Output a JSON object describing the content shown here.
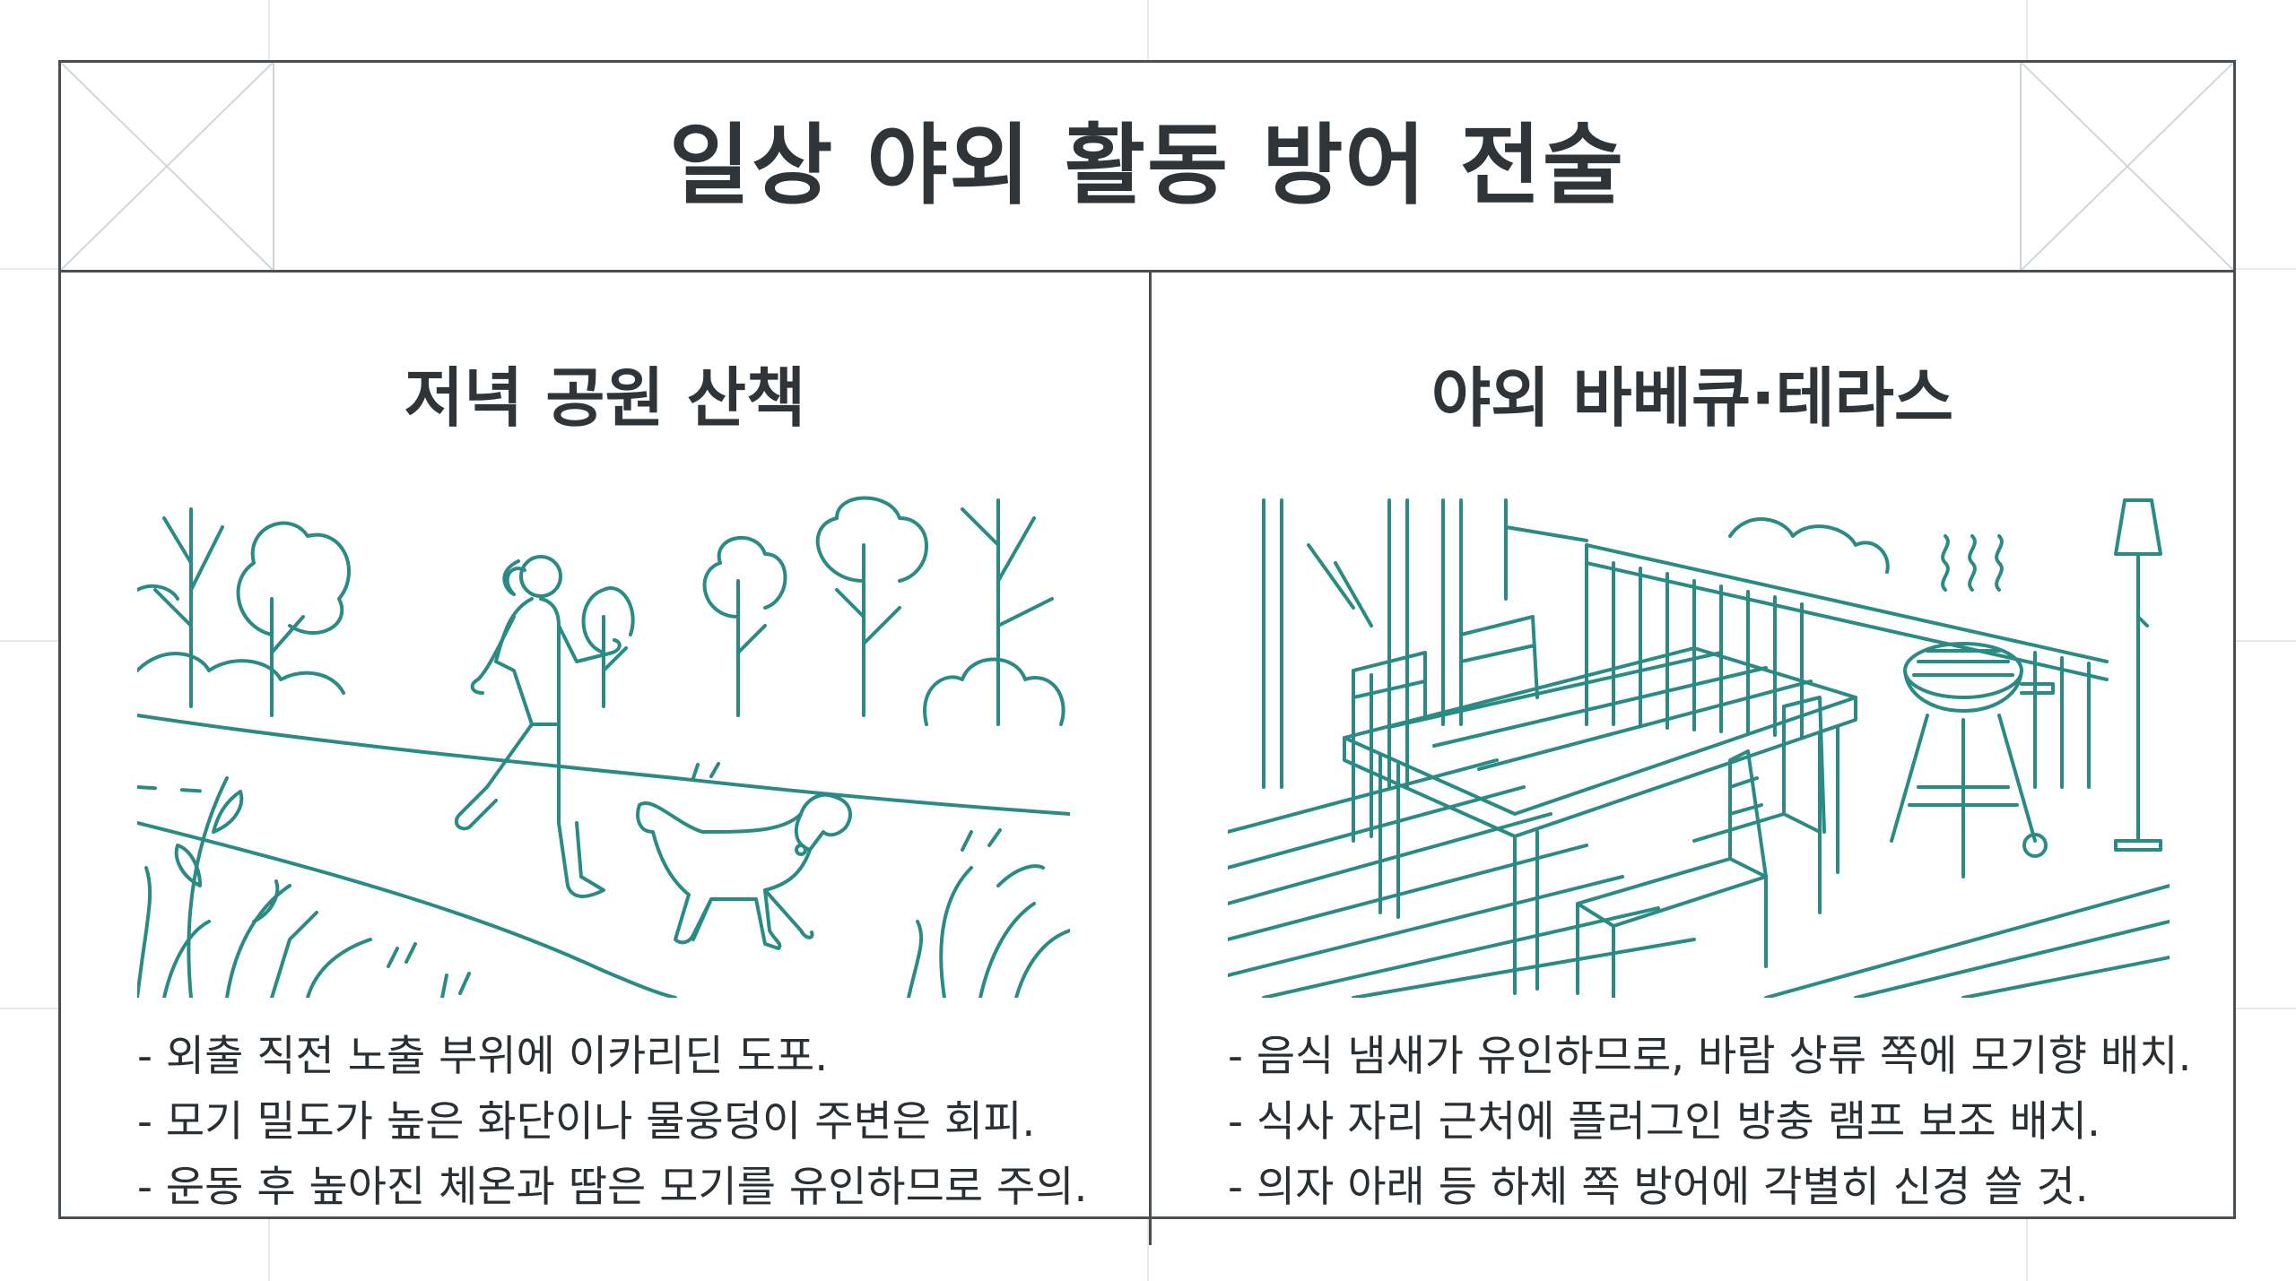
{
  "title": "일상 야외 활동 방어 전술",
  "colors": {
    "accent": "#2a8a84",
    "frame": "#4a4f54",
    "text": "#2f3438"
  },
  "panels": [
    {
      "heading": "저녁 공원 산책",
      "illustration": "jogging-with-dog-in-park",
      "tips": [
        "- 외출 직전 노출 부위에 이카리딘 도포.",
        "- 모기 밀도가 높은 화단이나 물웅덩이 주변은 회피.",
        "- 운동 후 높아진 체온과 땀은 모기를 유인하므로 주의."
      ]
    },
    {
      "heading": "야외 바베큐·테라스",
      "illustration": "patio-table-and-grill",
      "tips": [
        "- 음식 냄새가 유인하므로, 바람 상류 쪽에 모기향 배치.",
        "- 식사 자리 근처에 플러그인 방충 램프 보조 배치.",
        "- 의자 아래 등 하체 쪽 방어에 각별히 신경 쓸 것."
      ]
    }
  ]
}
